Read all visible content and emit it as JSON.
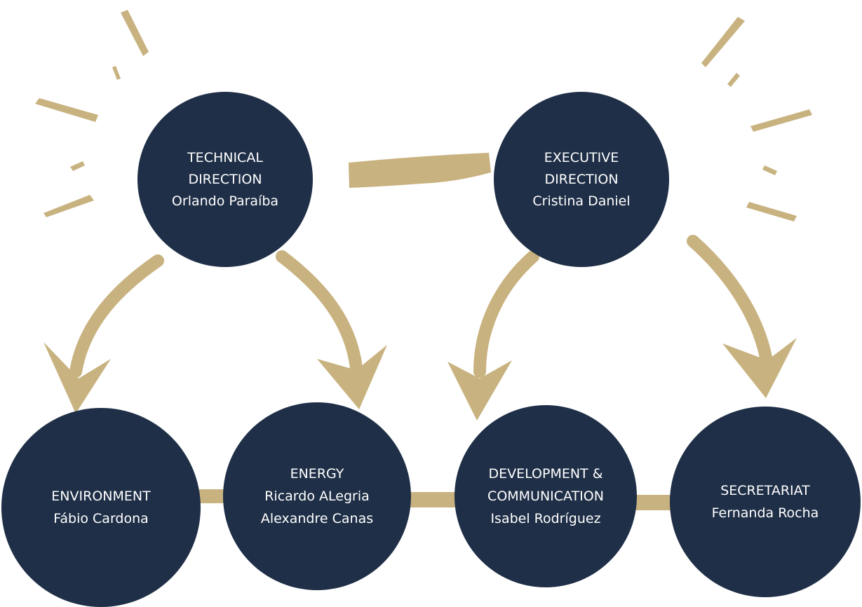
{
  "colors": {
    "node_fill": "#1f2f47",
    "node_text": "#ffffff",
    "accent": "#c8b27f"
  },
  "nodes": {
    "technical": {
      "lines": [
        "TECHNICAL",
        "DIRECTION",
        "Orlando Paraíba"
      ]
    },
    "executive": {
      "lines": [
        "EXECUTIVE",
        "DIRECTION",
        "Cristina Daniel"
      ]
    },
    "environment": {
      "lines": [
        "ENVIRONMENT",
        "Fábio Cardona"
      ]
    },
    "energy": {
      "lines": [
        "ENERGY",
        "Ricardo ALegria",
        "Alexandre Canas"
      ]
    },
    "development": {
      "lines": [
        "DEVELOPMENT &",
        "COMMUNICATION",
        "Isabel Rodríguez"
      ]
    },
    "secretariat": {
      "lines": [
        "SECRETARIAT",
        "Fernanda Rocha"
      ]
    }
  }
}
